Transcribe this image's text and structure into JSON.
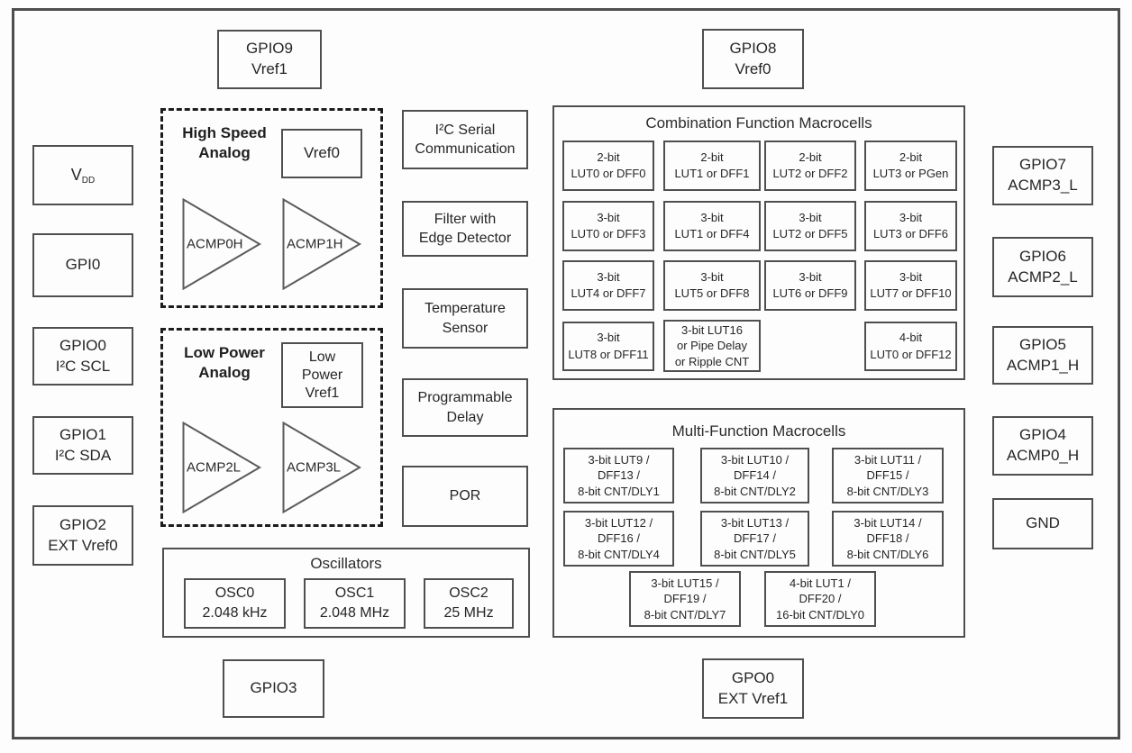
{
  "pins": {
    "gpio9": "GPIO9\nVref1",
    "gpio8": "GPIO8\nVref0",
    "vdd_main": "V",
    "vdd_sub": "DD",
    "gpi0": "GPI0",
    "gpio0": "GPIO0\nI²C SCL",
    "gpio1": "GPIO1\nI²C SDA",
    "gpio2": "GPIO2\nEXT Vref0",
    "gpio3": "GPIO3",
    "gpo0": "GPO0\nEXT Vref1",
    "gpio7": "GPIO7\nACMP3_L",
    "gpio6": "GPIO6\nACMP2_L",
    "gpio5": "GPIO5\nACMP1_H",
    "gpio4": "GPIO4\nACMP0_H",
    "gnd": "GND"
  },
  "analog": {
    "high_speed": {
      "label": "High Speed\nAnalog",
      "vref": "Vref0",
      "acmp0": "ACMP0H",
      "acmp1": "ACMP1H"
    },
    "low_power": {
      "label": "Low Power\nAnalog",
      "vref": "Low\nPower\nVref1",
      "acmp2": "ACMP2L",
      "acmp3": "ACMP3L"
    }
  },
  "function_blocks": {
    "i2c": "I²C Serial\nCommunication",
    "filter": "Filter with\nEdge Detector",
    "temperature": "Temperature\nSensor",
    "prog_delay": "Programmable\nDelay",
    "por": "POR"
  },
  "oscillators": {
    "title": "Oscillators",
    "osc0": "OSC0\n2.048 kHz",
    "osc1": "OSC1\n2.048 MHz",
    "osc2": "OSC2\n25 MHz"
  },
  "combination": {
    "title": "Combination Function Macrocells",
    "cells": [
      "2-bit\nLUT0 or DFF0",
      "2-bit\nLUT1 or DFF1",
      "2-bit\nLUT2 or DFF2",
      "2-bit\nLUT3 or PGen",
      "3-bit\nLUT0 or DFF3",
      "3-bit\nLUT1 or DFF4",
      "3-bit\nLUT2 or DFF5",
      "3-bit\nLUT3 or DFF6",
      "3-bit\nLUT4 or DFF7",
      "3-bit\nLUT5 or DFF8",
      "3-bit\nLUT6 or DFF9",
      "3-bit\nLUT7 or DFF10",
      "3-bit\nLUT8 or DFF11",
      "3-bit LUT16\nor Pipe Delay\nor Ripple CNT",
      "4-bit\nLUT0 or DFF12"
    ]
  },
  "multi": {
    "title": "Multi-Function Macrocells",
    "cells": [
      "3-bit LUT9 /\nDFF13 /\n8-bit CNT/DLY1",
      "3-bit LUT10 /\nDFF14 /\n8-bit CNT/DLY2",
      "3-bit LUT11 /\nDFF15 /\n8-bit CNT/DLY3",
      "3-bit LUT12 /\nDFF16 /\n8-bit CNT/DLY4",
      "3-bit LUT13 /\nDFF17 /\n8-bit CNT/DLY5",
      "3-bit LUT14 /\nDFF18 /\n8-bit CNT/DLY6",
      "3-bit LUT15 /\nDFF19 /\n8-bit CNT/DLY7",
      "4-bit LUT1 /\nDFF20 /\n16-bit CNT/DLY0"
    ]
  }
}
